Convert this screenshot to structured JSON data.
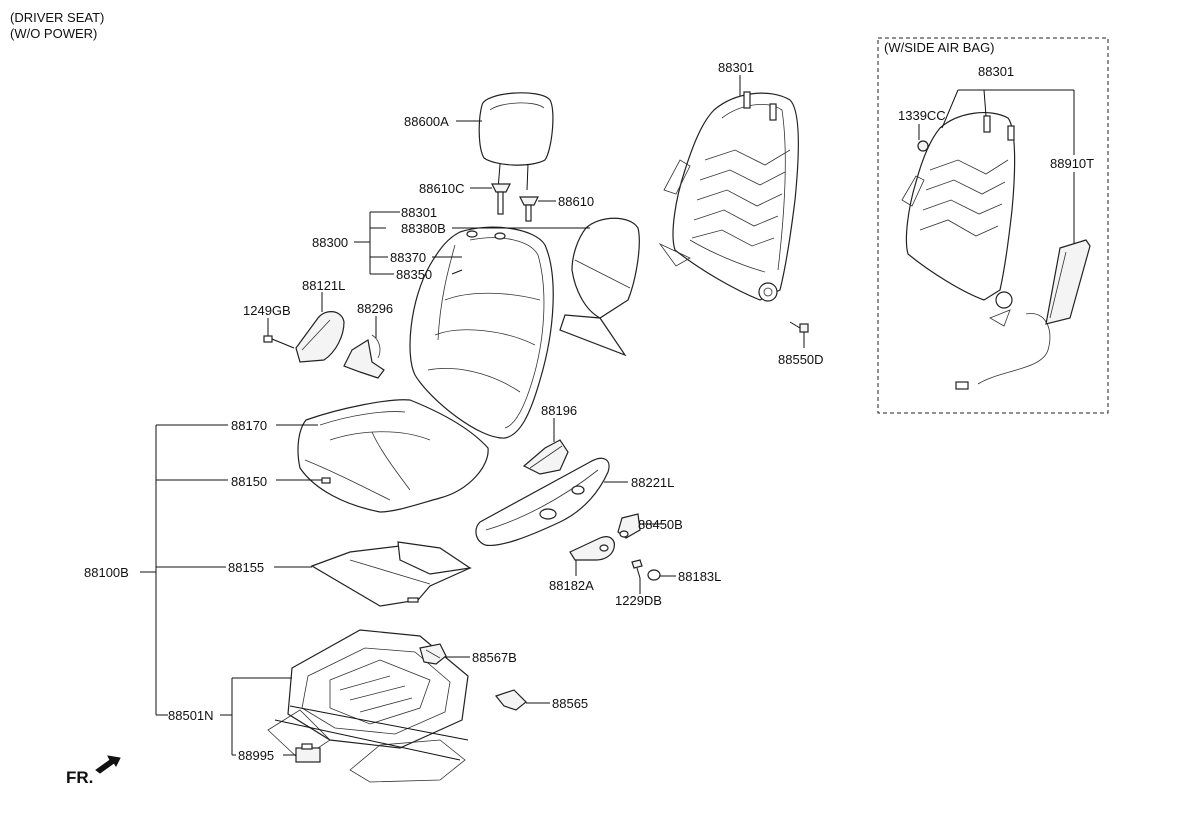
{
  "header": {
    "line1": "(DRIVER SEAT)",
    "line2": "(W/O POWER)"
  },
  "inset": {
    "title": "(W/SIDE AIR BAG)"
  },
  "front_marker": "FR.",
  "labels": {
    "p88600A": "88600A",
    "p88610C": "88610C",
    "p88610": "88610",
    "p88301_a": "88301",
    "p88380B": "88380B",
    "p88300": "88300",
    "p88370": "88370",
    "p88350": "88350",
    "p88121L": "88121L",
    "p1249GB": "1249GB",
    "p88296": "88296",
    "p88170": "88170",
    "p88150": "88150",
    "p88100B": "88100B",
    "p88155": "88155",
    "p88196": "88196",
    "p88221L": "88221L",
    "p88450B": "88450B",
    "p88182A": "88182A",
    "p1229DB": "1229DB",
    "p88183L": "88183L",
    "p88567B": "88567B",
    "p88565": "88565",
    "p88501N": "88501N",
    "p88995": "88995",
    "p88301_frame": "88301",
    "p88550D": "88550D",
    "p88301_inset": "88301",
    "p1339CC": "1339CC",
    "p88910T": "88910T"
  }
}
